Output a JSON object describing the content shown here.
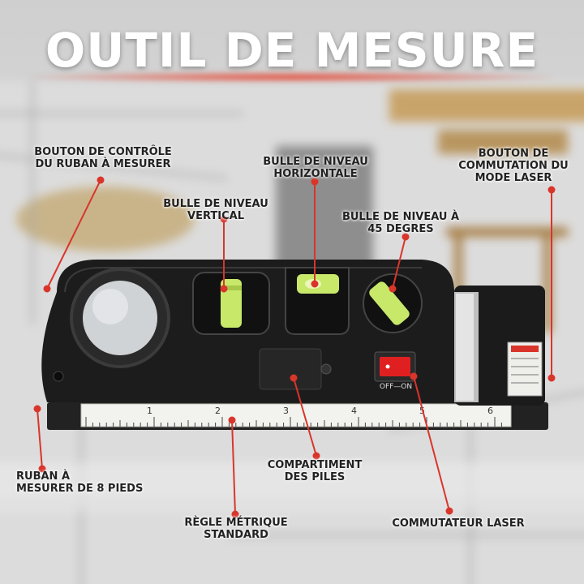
{
  "title": "OUTIL DE MESURE",
  "callouts": {
    "tape_button": "BOUTON DE CONTRÔLE\nDU RUBAN À MESURER",
    "horizontal_bubble": "BULLE DE NIVEAU\nHORIZONTALE",
    "laser_mode_button": "BOUTON DE\nCOMMUTATION DU\nMODE LASER",
    "vertical_bubble": "BULLE DE NIVEAU\nVERTICAL",
    "bubble_45": "BULLE DE NIVEAU À\n45 DEGRES",
    "tape_8ft": "RUBAN À\nMESURER DE 8 PIEDS",
    "battery": "COMPARTIMENT\nDES PILES",
    "metric_ruler": "RÈGLE MÉTRIQUE\nSTANDARD",
    "laser_switch": "COMMUTATEUR LASER"
  },
  "ruler_numbers": [
    "1",
    "2",
    "3",
    "4",
    "5",
    "6"
  ],
  "switch_label": "OFF—ON",
  "colors": {
    "accent_line": "#d9352b",
    "device_body": "#1e1e1e",
    "bubble_fluid": "#c8e86a",
    "switch_red": "#e02020",
    "title_white": "#ffffff"
  }
}
